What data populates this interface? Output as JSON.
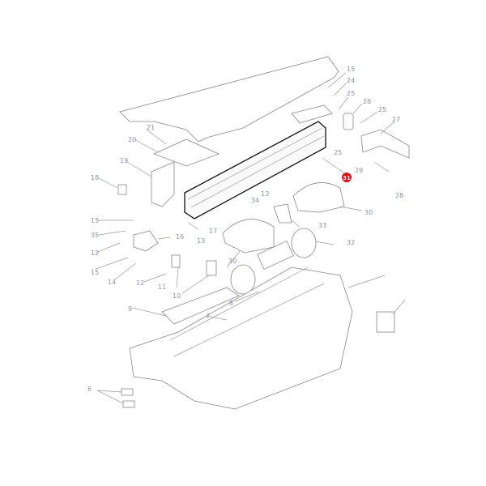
{
  "diagram": {
    "highlight_color": "#e01010",
    "highlighted_label": "31",
    "labels": [
      "15",
      "24",
      "25",
      "26",
      "25",
      "27",
      "21",
      "20",
      "19",
      "18",
      "25",
      "29",
      "28",
      "13",
      "34",
      "33",
      "30",
      "17",
      "15",
      "35",
      "16",
      "12",
      "13",
      "15",
      "14",
      "12",
      "11",
      "30",
      "32",
      "10",
      "9",
      "8",
      "7",
      "6"
    ]
  }
}
